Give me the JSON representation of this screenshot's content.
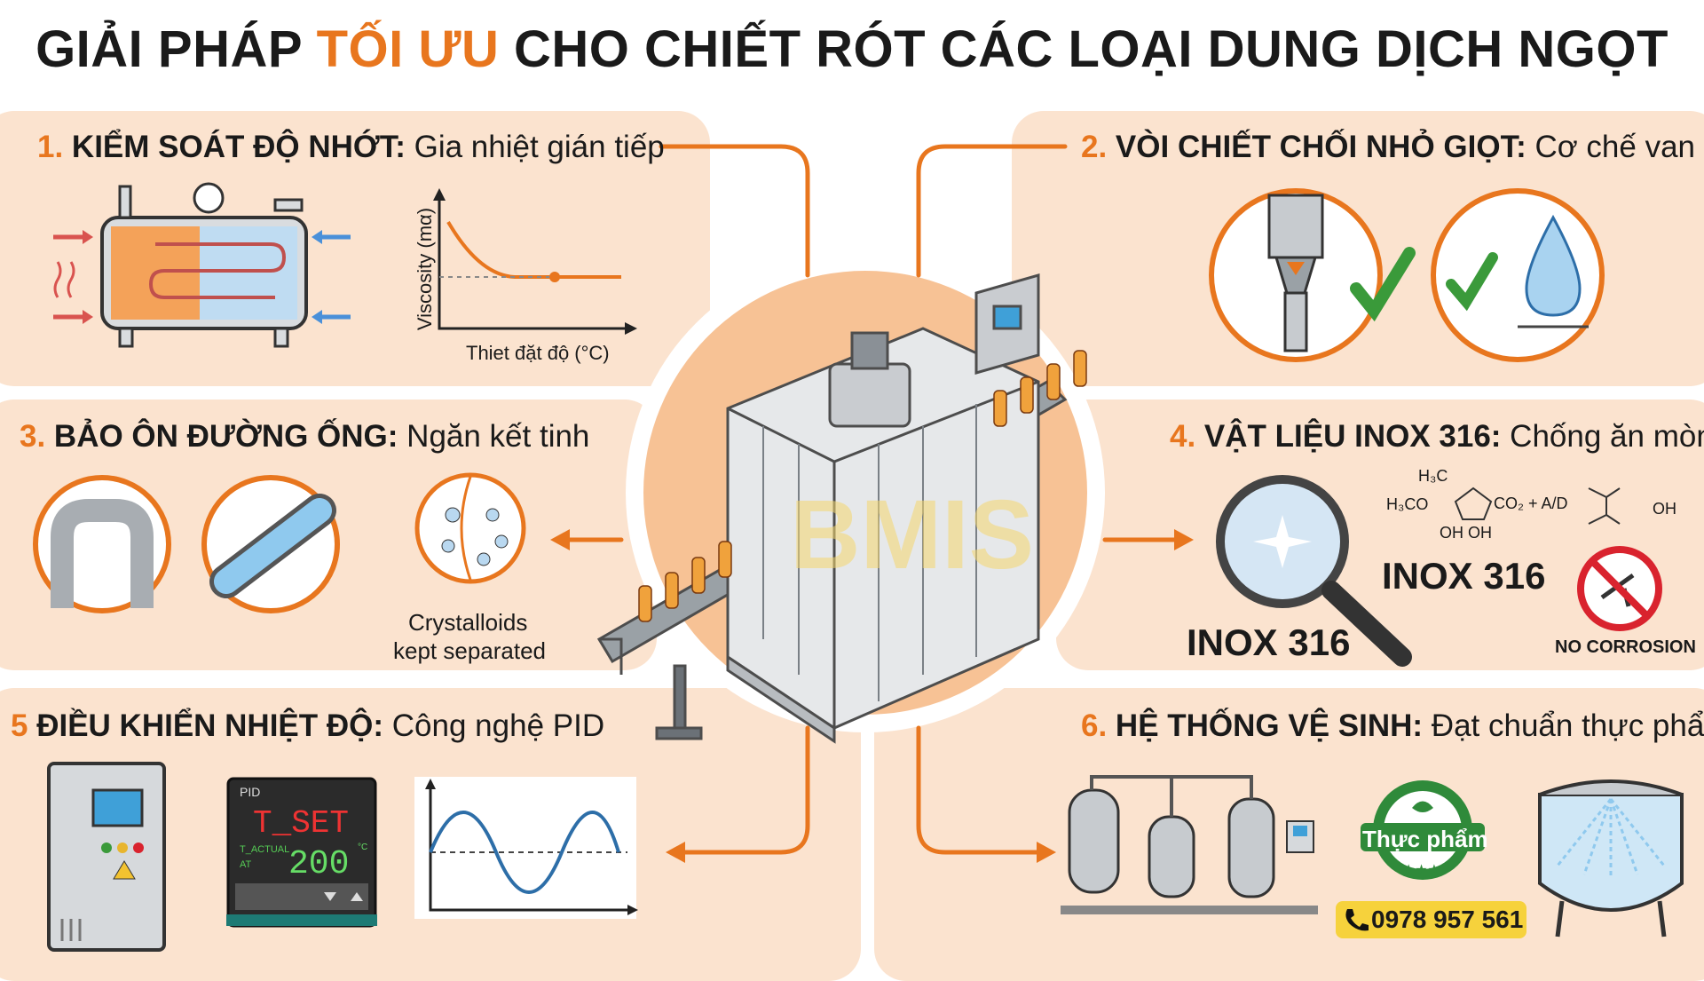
{
  "title": {
    "prefix": "GIẢI PHÁP ",
    "accent": "TỐI ƯU",
    "suffix": " CHO CHIẾT RÓT CÁC LOẠI DUNG DỊCH NGỌT"
  },
  "colors": {
    "accent": "#e8761e",
    "panel": "#fbe3cf",
    "hot": "#e8761e",
    "cold": "#4a90d9",
    "check": "#3a9a3a"
  },
  "sections": {
    "s1": {
      "num": "1.",
      "bold": " KIỂM SOÁT ĐỘ NHỚT:",
      "rest": " Gia nhiệt gián tiếp",
      "ylabel": "Viscosity (mα)",
      "xlabel": "Thiet đặt độ (°C)"
    },
    "s2": {
      "num": "2.",
      "bold": " VÒI CHIẾT CHỐI NHỎ GIỌT:",
      "rest": " Cơ chế van"
    },
    "s3": {
      "num": "3.",
      "bold": " BẢO ÔN ĐƯỜNG ỐNG:",
      "rest": " Ngăn kết tinh",
      "caption_line1": "Crystalloids",
      "caption_line2": "kept separated"
    },
    "s4": {
      "num": "4.",
      "bold": " VẬT LIỆU INOX 316:",
      "rest": " Chống ăn mòn",
      "material1": "INOX 316",
      "material2": "INOX 316",
      "no_corrosion": "NO CORROSION",
      "formula_left": "H₃CO",
      "formula_top": "H₃C",
      "formula_mid": "CO₂ + A/D",
      "formula_oh": "OH OH",
      "formula_right": "OH"
    },
    "s5": {
      "num": "5",
      "bold": " ĐIỀU KHIỂN NHIỆT ĐỘ:",
      "rest": " Công nghệ PID",
      "pid_label": "PID",
      "pid_set": "T_SET",
      "pid_actual_label": "T_ACTUAL",
      "pid_at": "AT",
      "pid_value": "200",
      "pid_unit": "°C"
    },
    "s6": {
      "num": "6.",
      "bold": " HỆ THỐNG VỆ SINH:",
      "rest": " Đạt chuẩn thực phẩm",
      "badge": "Thực phẩm",
      "badge_stars": "★★★",
      "phone": "0978 957 561"
    }
  },
  "watermark": "BMIS",
  "icons": [
    "heat-exchanger-icon",
    "viscosity-chart-icon",
    "nozzle-icon",
    "checkmark-icon",
    "water-drop-icon",
    "pipe-icon",
    "magnifier-icon",
    "no-corrosion-icon",
    "control-cabinet-icon",
    "pid-controller-icon",
    "sine-wave-icon",
    "cip-system-icon",
    "food-badge-icon",
    "phone-icon",
    "spray-tank-icon",
    "filling-machine-icon"
  ]
}
